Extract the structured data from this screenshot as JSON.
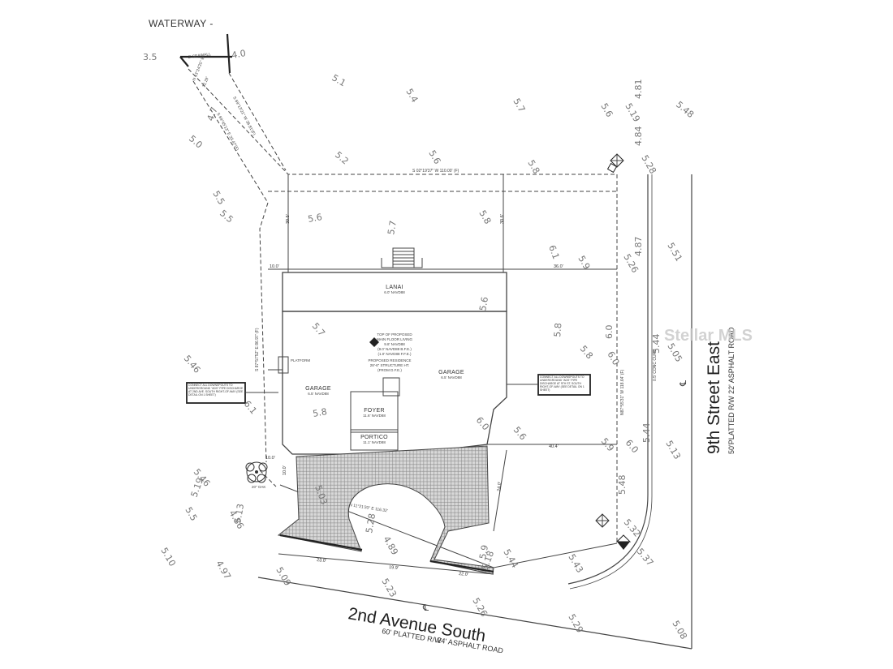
{
  "labels": {
    "waterway": "WATERWAY -",
    "seawall": "2' SEAWALL",
    "street_east_name": "9th Street East",
    "street_east_sub": "50'PLATTED R/W    22' ASPHALT ROAD",
    "street_south_name": "2nd Avenue South",
    "street_south_sub_a": "60' PLATTED R/W",
    "street_south_sub_b": "24' ASPHALT ROAD",
    "watermark": "Stellar MLS",
    "concrete_curb": "0.5' CONC CURB",
    "oak": "20\" OAK"
  },
  "bearings": {
    "north_line": "S 02°19'37\" W 110.00' (F)",
    "west_line": "S 87°57'52\" E 86.97' (F)",
    "east_line": "N87°55'31\" W 118.64' (F)",
    "front_line": "N 11°21'20\" E 116.32'",
    "seawall_a": "N 13°24'25\" W",
    "seawall_b": "12.29'",
    "seawall_c": "S 69°13'21\" W 36.81'(F)",
    "seawall_d": "S 69°45'13\" E 33.47'(F)"
  },
  "rooms": {
    "lanai": "LANAI",
    "lanai_sub": "6.0' NAVD88",
    "garage_left": "GARAGE",
    "garage_left_sub": "6.5' NAVD88",
    "garage_right": "GARAGE",
    "garage_right_sub": "6.5' NAVD88",
    "foyer": "FOYER",
    "foyer_sub": "11.6' NAVD88",
    "portico": "PORTICO",
    "portico_sub": "11.1' NAVD88",
    "platform": "PLATFORM",
    "center_note_1": "TOP OF PROPOSED",
    "center_note_2": "MAIN FLOOR LIVING",
    "center_note_3": "9.8' NAVD88",
    "center_note_4": "(9.0' NAVD88 B.F.E.)",
    "center_note_5": "(1.0' NAVD88 F.F.E.)",
    "center_note_6": "PROPOSED RESIDENCE",
    "center_note_7": "28'-6\" STRUCTURE HT.",
    "center_note_8": "(FROM D.F.E.)",
    "note_left": "CONNECT ALL DOWNSPOUTS TO UNDERGROUND \"ADS\" PIPE DISCHARGE AT 2ND AVE. SOUTH RIGHT-OF-WAY",
    "note_left_2": "(SEE DETAIL ON 1 SHEET)",
    "note_right": "CONNECT ALL DOWNSPOUTS TO UNDERGROUND \"ADS\" PIPE DISCHARGE AT 9TH ST. SOUTH RIGHT-OF-WAY",
    "note_right_2": "(SEE DETAIL ON 1 SHEET)"
  },
  "dimensions": {
    "left_setback_top": "10.0'",
    "right_setback": "36.0'",
    "right_bottom": "40.4'",
    "drive_depth": "24.0'",
    "front_a": "23.0'",
    "front_b": "19.9'",
    "front_c": "22.0'",
    "rear_left": "30.5'",
    "rear_right": "30.6'",
    "side_left": "10.0'",
    "side_bottom": "10.0'"
  },
  "elevations": [
    "3.5",
    "4.0",
    "5.1",
    "5.4",
    "5.7",
    "5.6",
    "5.19",
    "4.81",
    "5.48",
    "5.2",
    "5.6",
    "5.8",
    "5.28",
    "4.84",
    "5.5",
    "5.5",
    "5.6",
    "5.7",
    "5.8",
    "6.1",
    "5.9",
    "5.26",
    "4.87",
    "5.51",
    "4.7",
    "5.0",
    "5.7",
    "5.6",
    "5.8",
    "5.8",
    "6.0",
    "6.0",
    "5.44",
    "5.05",
    "5.46",
    "6.1",
    "5.8",
    "6.0",
    "5.6",
    "5.9",
    "6.0",
    "5.44",
    "5.13",
    "5.46",
    "5.5",
    "5.19",
    "4.86",
    "5.13",
    "4.97",
    "5.10",
    "5.09",
    "5.23",
    "5.28",
    "4.89",
    "5.26",
    "5.29",
    "5.32",
    "5.37",
    "5.43",
    "5.44",
    "5.08",
    "5.9",
    "5.48",
    "5.18",
    "5.03"
  ]
}
